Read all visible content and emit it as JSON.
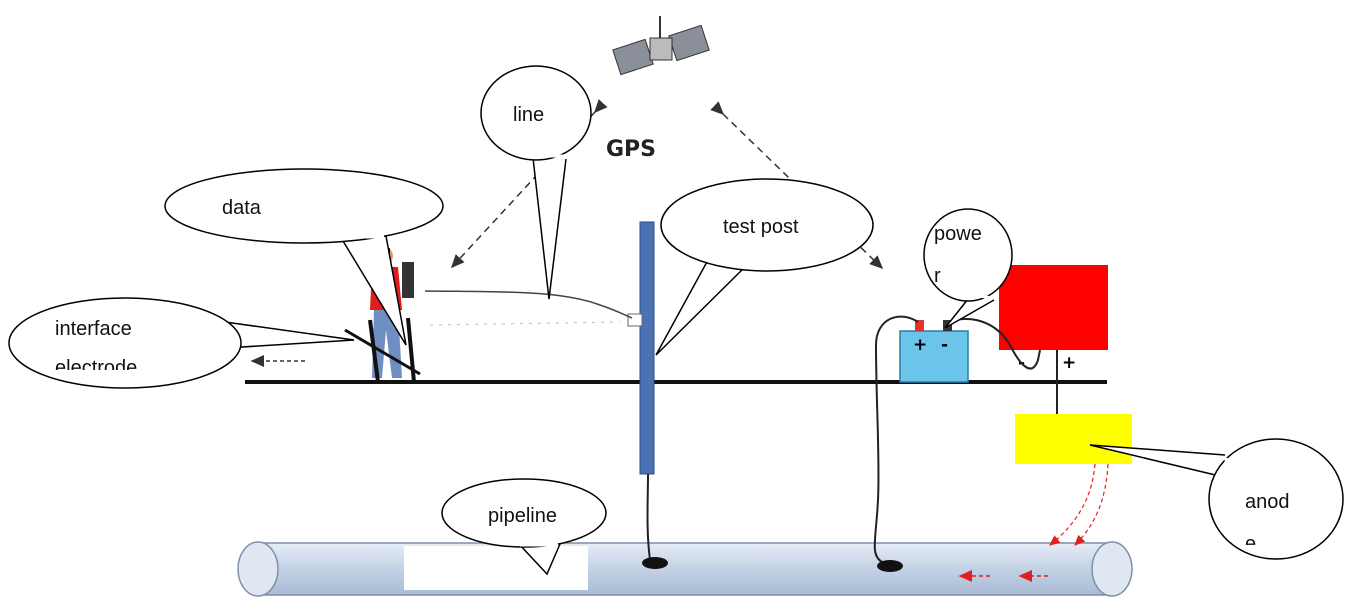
{
  "gps_label": "GPS",
  "callouts": {
    "line": "line",
    "data": "data",
    "test_post": "test post",
    "power_line1": "powe",
    "power_line2": "r",
    "interface_line1": "interface",
    "interface_line2": "electrode",
    "anode_line1": "anod",
    "anode_line2": "e",
    "pipeline": "pipeline"
  },
  "battery": {
    "plus": "+",
    "minus": "-"
  },
  "power_box": {
    "minus": "-",
    "plus": "+"
  },
  "colors": {
    "test_post": "#4a72b4",
    "battery": "#6bc4ea",
    "power_box": "#ff0000",
    "anode": "#ffff00",
    "pipe": "#c9d6e8",
    "current_arrows": "#e02020",
    "ground": "#111111"
  }
}
